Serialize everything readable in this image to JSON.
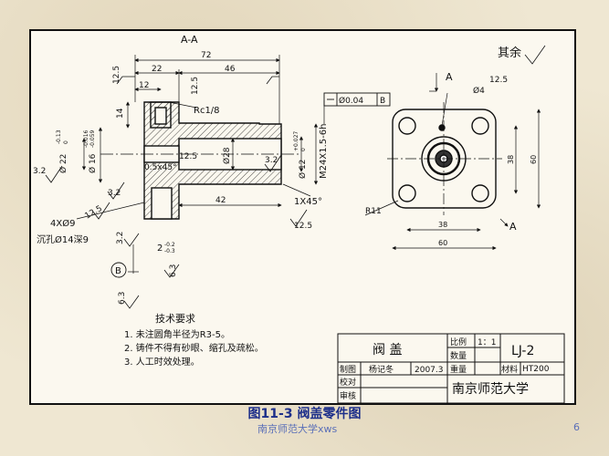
{
  "section_label": "A-A",
  "rest_roughness": "其余",
  "dims": {
    "d72": "72",
    "d22": "22",
    "d46": "46",
    "d12": "12",
    "d42": "42",
    "d14": "14",
    "d3_2a": "3.2",
    "d3_2b": "3.2",
    "d3_2c": "3.2",
    "d3_2d": "3.2",
    "d12_5a": "12.5",
    "d12_5b": "12.5",
    "d12_5c": "12.5",
    "d12_5d": "12.5",
    "d12_5e": "12.5",
    "d12_5f": "12.5",
    "d6_3a": "6.3",
    "d6_3b": "6.3",
    "rc": "Rc1/8",
    "chamfer1": "0.5x45°",
    "chamfer2": "1X45°",
    "phi28": "Ø28",
    "phi22": "Ø 22",
    "phi22_tol_up": "-0.13",
    "phi22_tol_lo": "0",
    "phi16": "Ø 16",
    "phi16_tol_up": "-0.016",
    "phi16_tol_lo": "-0.059",
    "phi12": "Ø 12",
    "phi12_tol_up": "+0.027",
    "phi12_tol_lo": "0",
    "thread": "M24X1.5-6h",
    "holes": "4XØ9",
    "counterbore": "沉孔Ø14深9",
    "two": "2",
    "two_tol_up": "-0.2",
    "two_tol_lo": "-0.3",
    "datum_b": "B",
    "gdt_val": "Ø0.04",
    "gdt_datum": "B",
    "r_a_top": "A",
    "r_a_side": "A",
    "r_12_5": "12.5",
    "r_phi4": "Ø4",
    "r_38v": "38",
    "r_60v": "60",
    "r_38h": "38",
    "r_60h": "60",
    "r_r11": "R11"
  },
  "notes": {
    "title": "技术要求",
    "items": [
      "1. 未注圆角半径为R3-5。",
      "2. 铸件不得有砂眼、缩孔及疏松。",
      "3. 人工时效处理。"
    ]
  },
  "title_block": {
    "part_name": "阀 盖",
    "scale_label": "比例",
    "scale_value": "1：1",
    "qty_label": "数量",
    "weight_label": "重量",
    "material_label": "材料",
    "material_value": "HT200",
    "drawing_no": "LJ-2",
    "draw_label": "制图",
    "drafter": "杨记冬",
    "date": "2007.3",
    "check_label": "校对",
    "review_label": "审核",
    "school": "南京师范大学"
  },
  "caption": "图11-3 阀盖零件图",
  "footer": {
    "left": "南京师范大学xws",
    "page": "6"
  }
}
